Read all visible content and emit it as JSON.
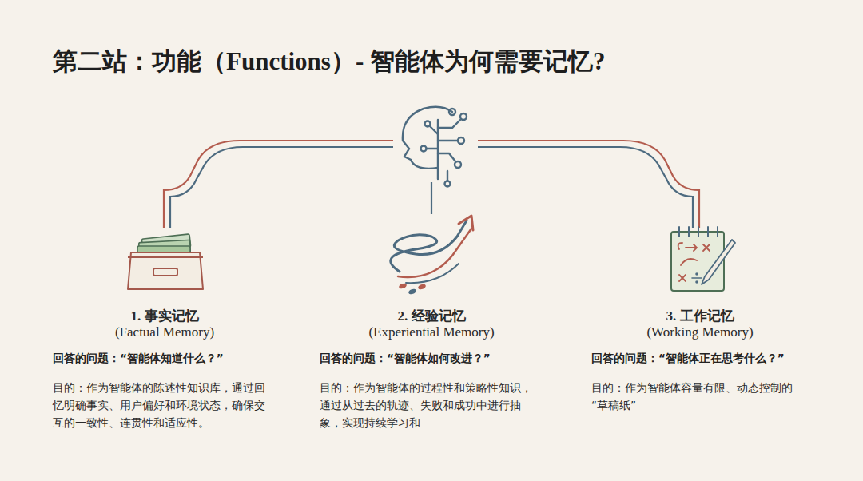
{
  "diagram": {
    "title": "第二站：功能（Functions）- 智能体为何需要记忆?",
    "labels": [
      "1. 事实记忆",
      "(Factual Memory)",
      "回答的问题：“智能体知道什么？”",
      "目的：作为智能体的陈述性知识库，通过回忆明确事实、用户偏好和环境状态，确保交互的一致性、连贯性和适应性。",
      "2. 经验记忆",
      "(Experiential Memory)",
      "回答的问题：“智能体如何改进？”",
      "目的：作为智能体的过程性和策略性知识，通过从过去的轨迹、失败和成功中进行抽象，实现持续学习和",
      "3. 工作记忆",
      "(Working Memory)",
      "回答的问题：“智能体正在思考什么？”",
      "目的：作为智能体容量有限、动态控制的“草稿纸”"
    ]
  }
}
